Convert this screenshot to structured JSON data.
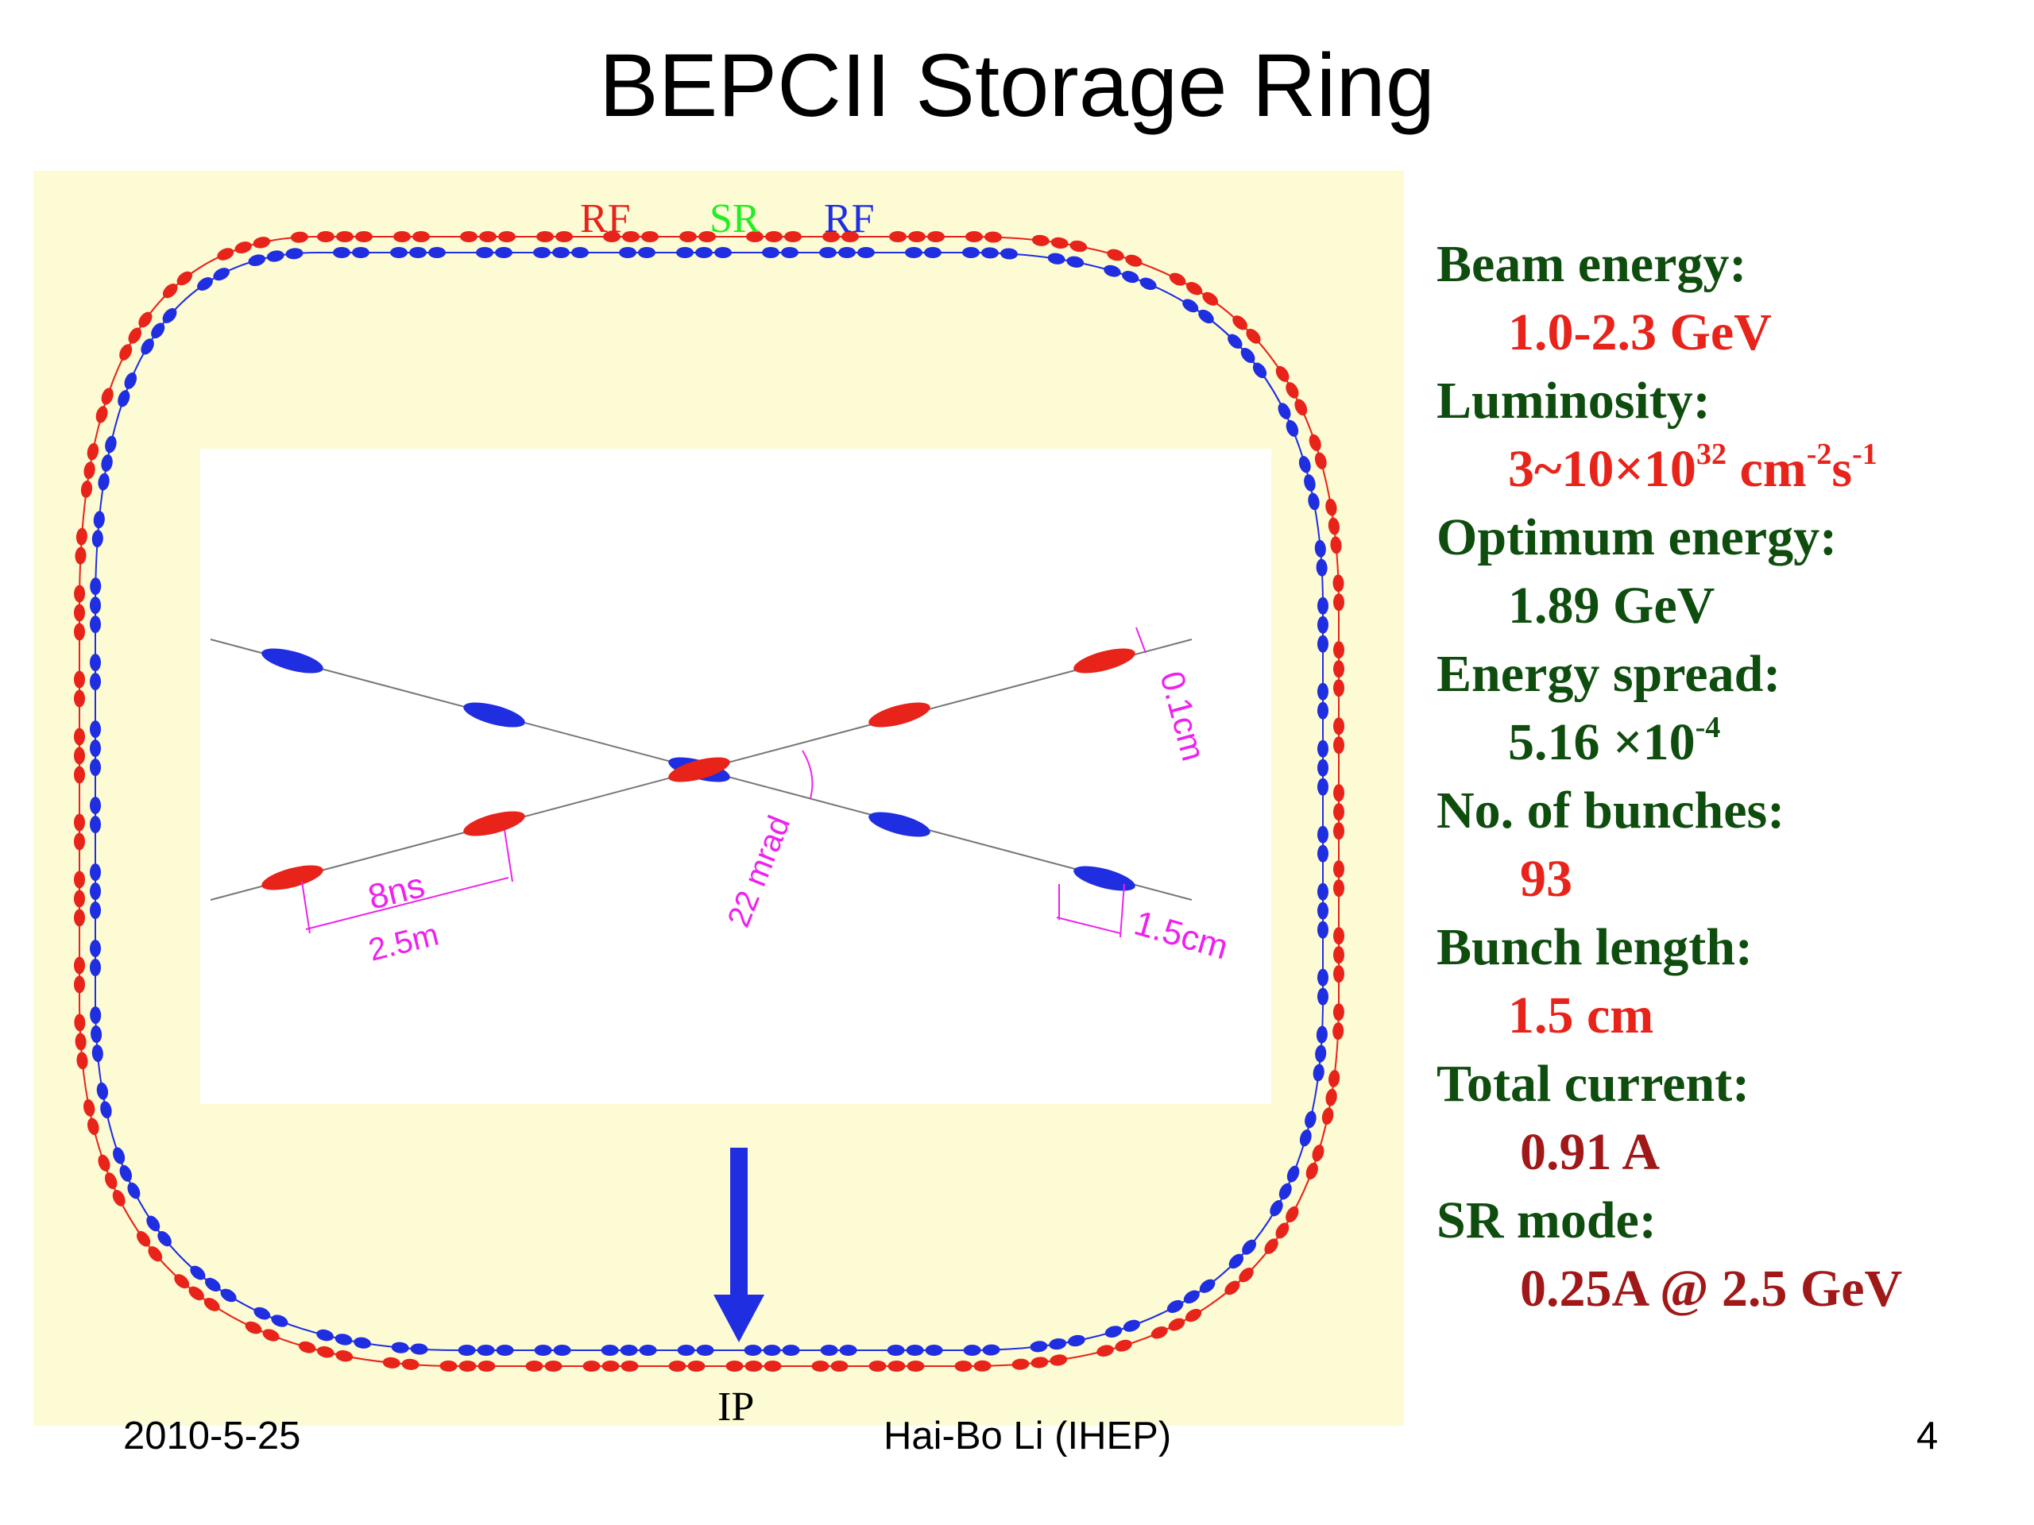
{
  "title": "BEPCII Storage Ring",
  "ring": {
    "labels": {
      "rf_left": "RF",
      "sr": "SR",
      "rf_right": "RF",
      "ip": "IP"
    },
    "colors": {
      "background": "#fdfbd4",
      "inset_background": "#ffffff",
      "electron": "#e8231a",
      "positron": "#1f2ee0",
      "sr_label": "#22ee22",
      "annotation": "#ee22ee",
      "line": "#777777"
    }
  },
  "collision": {
    "bunch_spacing_time": "8ns",
    "bunch_spacing_distance": "2.5m",
    "crossing_angle": "22 mrad",
    "beam_width": "0.1cm",
    "bunch_length": "1.5cm"
  },
  "specs": [
    {
      "label": "Beam energy:",
      "value": "1.0-2.3 GeV",
      "value_color": "#e8231a"
    },
    {
      "label": "Luminosity:",
      "value_parts": [
        "3~10",
        "×10",
        "32",
        " cm",
        "-2",
        "s",
        "-1"
      ],
      "value_color": "#e8231a"
    },
    {
      "label": "Optimum energy:",
      "value": "1.89 GeV",
      "value_color": "#0f4d0f"
    },
    {
      "label": "Energy spread:",
      "value_parts": [
        "5.16 ×10",
        "-4"
      ],
      "value_color": "#0f4d0f"
    },
    {
      "label": "No. of bunches:",
      "value": "93",
      "value_color": "#e8231a"
    },
    {
      "label": "Bunch length:",
      "value": "1.5 cm",
      "value_color": "#e8231a"
    },
    {
      "label": "Total current:",
      "value": "0.91 A",
      "value_color": "#a01818"
    },
    {
      "label": "SR mode:",
      "value": "0.25A @ 2.5 GeV",
      "value_color": "#a01818"
    }
  ],
  "footer": {
    "date": "2010-5-25",
    "author": "Hai-Bo Li (IHEP)",
    "page": "4"
  }
}
